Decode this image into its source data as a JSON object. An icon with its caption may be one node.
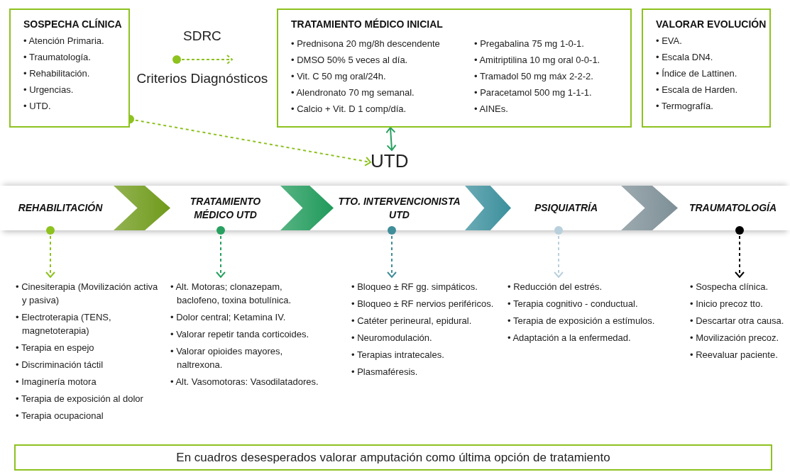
{
  "diagram": {
    "caption": "En cuadros desesperados valorar amputación como última opción de tratamiento",
    "nodes": [
      {
        "text": [
          "SOSPECHA CLÍNICA",
          "• Atención Primaria.",
          "• Traumatología.",
          "• Rehabilitación.",
          "• Urgencias.",
          "• UTD."
        ]
      },
      {
        "text": [
          "TRATAMIENTO MÉDICO INICIAL",
          "• Prednisona 20 mg/8h descendente",
          "• DMSO 50% 5 veces al día.",
          "• Vit. C 50 mg oral/24h.",
          "• Alendronato 70 mg semanal.",
          "• Calcio + Vit. D 1 comp/día.",
          "• Pregabalina 75 mg 1-0-1.",
          "• Amitriptilina 10 mg oral 0-0-1.",
          "• Tramadol 50 mg máx 2-2-2.",
          "• Paracetamol 500 mg 1-1-1.",
          "• AINEs."
        ]
      },
      {
        "text": [
          "VALORAR EVOLUCIÓN",
          "• EVA.",
          "• Escala DN4.",
          "• Índice de Lattinen.",
          "• Escala de Harden.",
          "• Termografía."
        ]
      },
      {
        "text": [
          "UTD"
        ]
      },
      {
        "text": [
          "REHABILITACIÓN"
        ]
      },
      {
        "text": [
          "TRATAMIENTO MÉDICO UTD"
        ]
      },
      {
        "text": [
          "TTO. INTERVENCIONISTA UTD"
        ]
      },
      {
        "text": [
          "PSIQUIATRÍA"
        ]
      },
      {
        "text": [
          "TRAUMATOLOGÍA"
        ]
      },
      {
        "text": [
          "• Cinesiterapia (Movilización activa y pasiva)",
          "• Electroterapia (TENS, magnetoterapia)",
          "• Terapia en espejo",
          "• Discriminación táctil",
          "• Imaginería motora",
          "• Terapia de exposición al dolor",
          "• Terapia ocupacional"
        ]
      },
      {
        "text": [
          "• Alt. Motoras; clonazepam, baclofeno, toxina botulínica.",
          "• Dolor central; Ketamina IV.",
          "• Valorar repetir tanda corticoides.",
          "• Valorar opioides mayores, naltrexona.",
          "• Alt. Vasomotoras: Vasodilatadores."
        ]
      },
      {
        "text": [
          "• Bloqueo ± RF gg. simpáticos.",
          "• Bloqueo ± RF nervios periféricos.",
          "• Catéter perineural, epidural.",
          "• Neuromodulación.",
          "• Terapias intratecales.",
          "• Plasmaféresis."
        ]
      },
      {
        "text": [
          "• Reducción del estrés.",
          "• Terapia cognitivo - conductual.",
          "• Terapia de exposición a estímulos.",
          "• Adaptación a la enfermedad."
        ]
      },
      {
        "text": [
          "• Sospecha clínica.",
          "• Inicio precoz tto.",
          "• Descartar otra causa.",
          "• Movilización precoz.",
          "• Reevaluar paciente."
        ]
      }
    ],
    "edges": [
      {
        "from": 0,
        "to": 3,
        "arrow": "to",
        "style": "dashed",
        "color": "#8dc21f"
      },
      {
        "from": 1,
        "to": 3,
        "arrow": "both",
        "color": "#27a060"
      },
      {
        "from": 4,
        "to": 5,
        "arrow": "to",
        "style": "thick",
        "color": "#6f9a1a"
      },
      {
        "from": 5,
        "to": 6,
        "arrow": "to",
        "style": "thick",
        "color": "#1f9a5a"
      },
      {
        "from": 6,
        "to": 7,
        "arrow": "to",
        "style": "thick",
        "color": "#3a8f9c"
      },
      {
        "from": 7,
        "to": 8,
        "arrow": "to",
        "style": "thick",
        "color": "#7d8f96"
      },
      {
        "from": 4,
        "to": 9,
        "arrow": "to",
        "style": "dashed",
        "color": "#8dc21f"
      },
      {
        "from": 5,
        "to": 10,
        "arrow": "to",
        "style": "dashed",
        "color": "#27a060"
      },
      {
        "from": 6,
        "to": 11,
        "arrow": "to",
        "style": "dashed",
        "color": "#3f8e99"
      },
      {
        "from": 7,
        "to": 12,
        "arrow": "to",
        "style": "dashed",
        "color": "#b9d0dc"
      },
      {
        "from": 8,
        "to": 13,
        "arrow": "to",
        "style": "dashed",
        "color": "#000000"
      }
    ],
    "labels": [
      "SDRC",
      "Criterios Diagnósticos"
    ]
  }
}
